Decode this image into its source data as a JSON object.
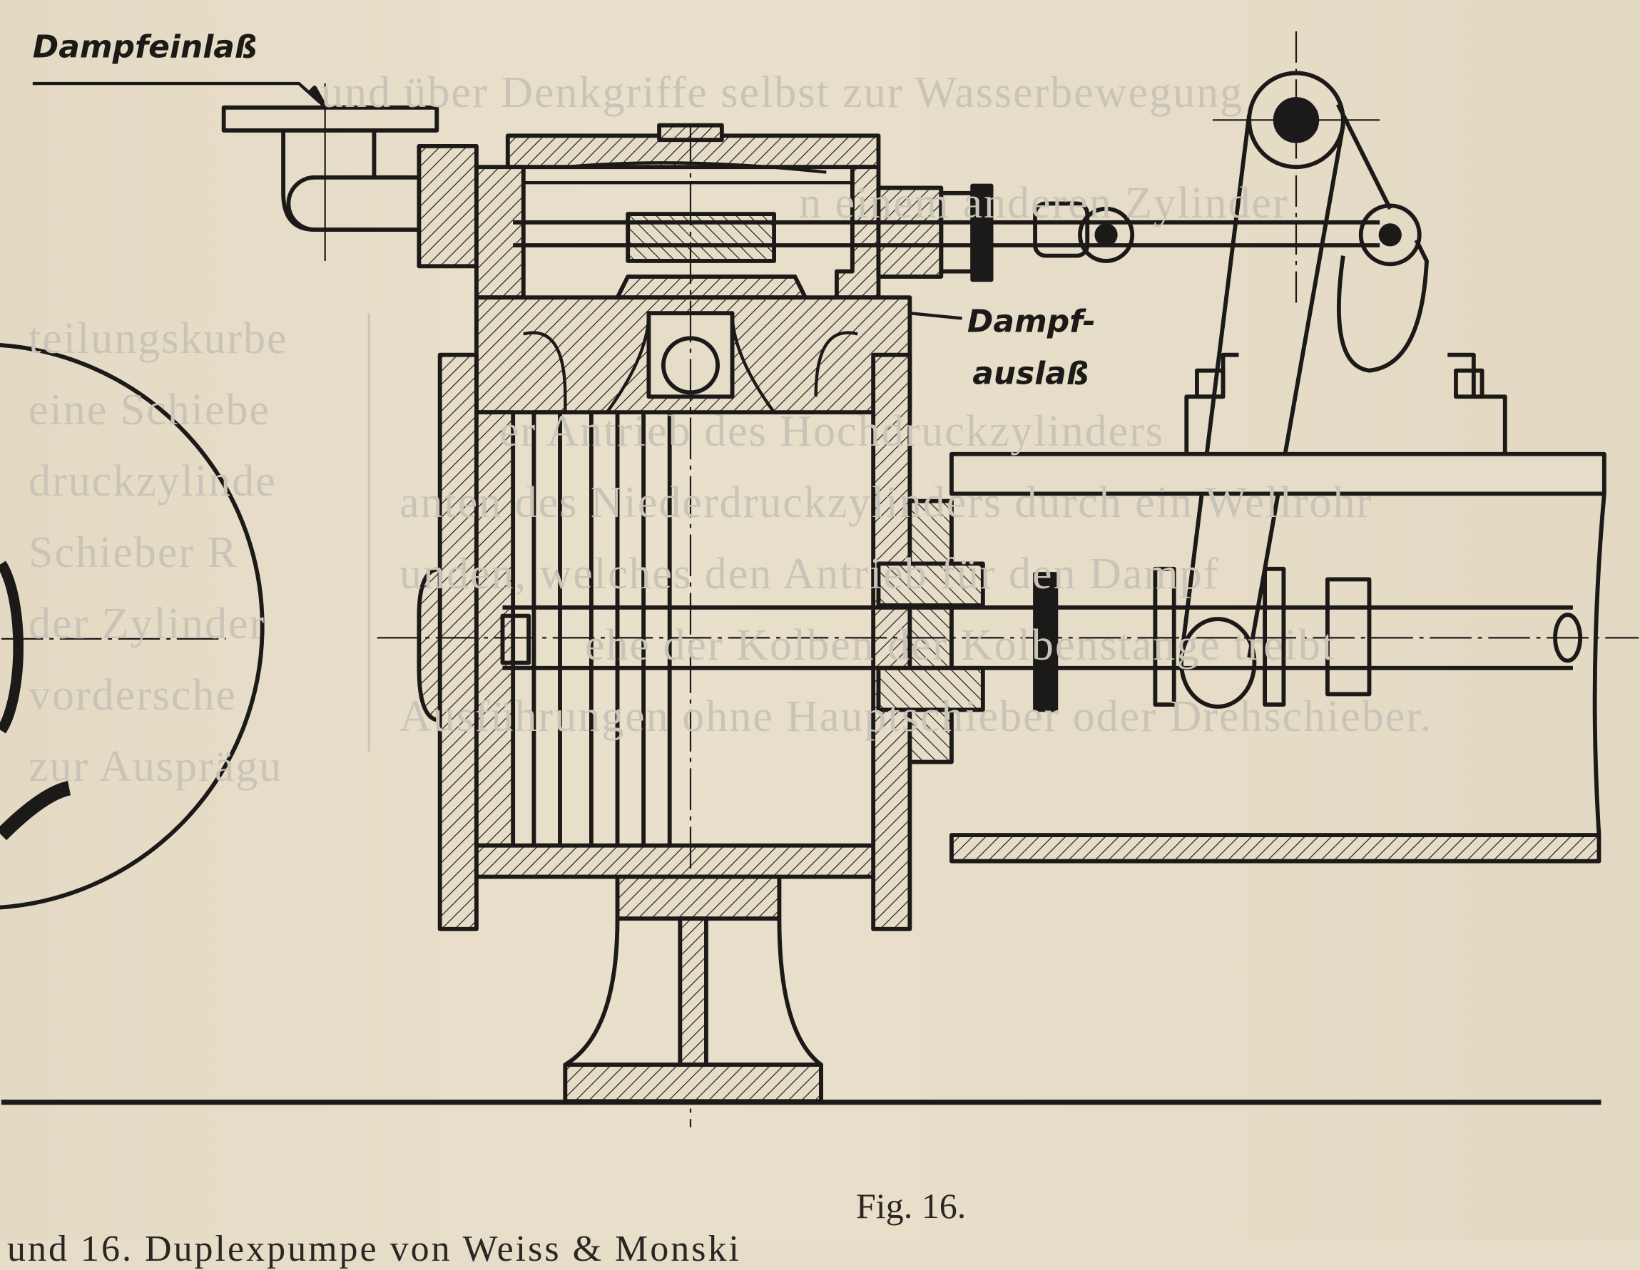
{
  "labels": {
    "steam_inlet": "Dampfeinlaß",
    "steam_outlet_line1": "Dampf-",
    "steam_outlet_line2": "auslaß"
  },
  "figure_number": "Fig. 16.",
  "caption": "und 16. Duplexpumpe von Weiss & Monski",
  "bleed_through_text": {
    "left_column": [
      "teilungskurbe",
      "eine Schiebe",
      "druckzylinde",
      "Schieber R",
      "der Zylinder",
      "vordersche",
      "zur Ausprägu"
    ],
    "right_column": [
      "und über Denkgriffe selbst zur Wasserbewegung",
      "n einem anderen Zylinder",
      "er Antrieb des Hochdruckzylinders",
      "anten des Niederdruckzylinders durch ein Wellrohr",
      "unden, welches den Antrieb für den Dampf",
      "ehe der Kolben der Kolbenstange treibt",
      "Ausführungen ohne Hauptschieber oder Drehschieber."
    ]
  },
  "colors": {
    "ink": "#1c1a18",
    "paper": "#e6ddc9",
    "bleed": "#c9c4b8"
  }
}
